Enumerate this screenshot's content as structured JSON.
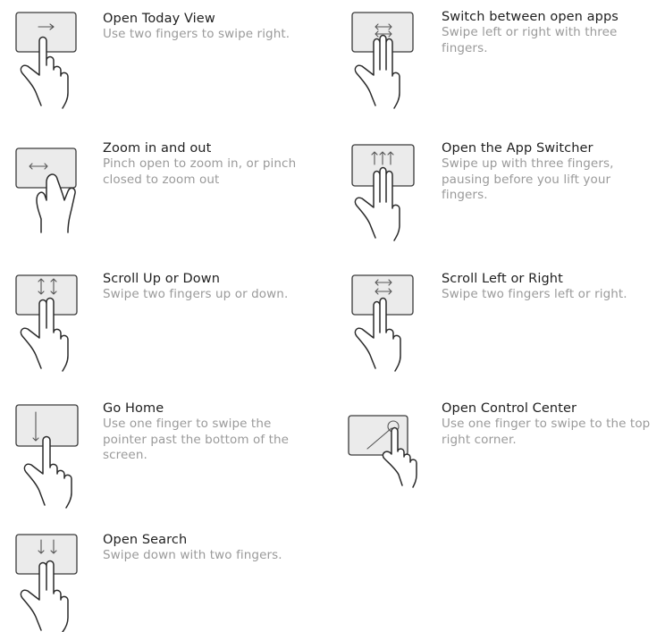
{
  "gestures": [
    {
      "title": "Open Today View",
      "description": "Use two fingers to swipe right.",
      "icon": "swipe-right-two-fingers-icon"
    },
    {
      "title": "Switch between open apps",
      "description": "Swipe left or right with three fingers.",
      "icon": "three-finger-swipe-horizontal-icon"
    },
    {
      "title": "Zoom in and out",
      "description": "Pinch open to zoom in, or pinch closed to zoom out",
      "icon": "pinch-zoom-icon"
    },
    {
      "title": "Open the App Switcher",
      "description": "Swipe up with three fingers, pausing before you lift your fingers.",
      "icon": "three-finger-swipe-up-icon"
    },
    {
      "title": "Scroll Up or Down",
      "description": "Swipe two fingers up or down.",
      "icon": "two-finger-scroll-vertical-icon"
    },
    {
      "title": "Scroll Left or Right",
      "description": "Swipe two fingers left or right.",
      "icon": "two-finger-scroll-horizontal-icon"
    },
    {
      "title": "Go Home",
      "description": "Use one finger to swipe the pointer past the bottom of the screen.",
      "icon": "one-finger-swipe-down-icon"
    },
    {
      "title": "Open Control Center",
      "description": "Use one finger to swipe to the top right corner.",
      "icon": "one-finger-swipe-corner-icon"
    },
    {
      "title": "Open Search",
      "description": "Swipe down with two fingers.",
      "icon": "two-finger-swipe-down-icon"
    }
  ]
}
